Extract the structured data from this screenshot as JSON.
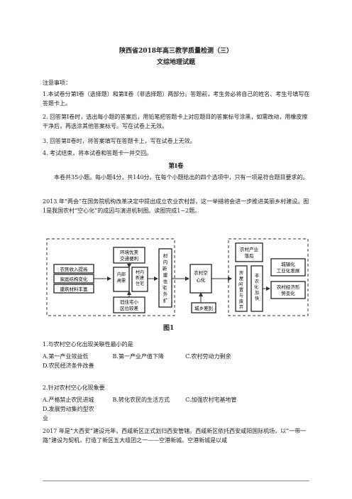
{
  "header": {
    "title": "陕西省2018年高三教学质量检测（三）",
    "subtitle": "文综地理试题"
  },
  "notice": {
    "heading": "注意事项：",
    "items": [
      "1.本试卷分第Ⅰ卷（选择题）和第Ⅱ卷（非选择题）两部分。答题前，考生务必将自己的姓名、考生号填写在答题卡上。",
      "2. 回答第Ⅰ卷时，选出每小题的答案后，用铅笔把答题卡上对应题目的答案标号涂黑，如需改动，用橡皮擦干净后，再选涂其他答案标号。写在试卷上无效。",
      "3. 回答第Ⅱ卷时，将答案填写在答题卡上，写在试卷上无效。",
      "4. 考试结束，将本试卷和答题卡一并交回。"
    ]
  },
  "section": {
    "heading": "第Ⅰ卷",
    "intro": "本卷共35小题。每小题4分，共140分。在每个小题给出的四个选项中，只有一项是符合题目要求的。",
    "context": "2013 年“两会”在国务院机构改革决定中提出成立农业农村部，这一举措将会进一步推进美丽乡村建设。图1是我国农村“空心化”的成因与演进机制图。读图完成1~2题。"
  },
  "figure": {
    "caption": "图1",
    "left_boxes": [
      "农民收入提高",
      "家庭结构变化",
      "建筑材料丰富"
    ],
    "top_box": "环境优美\n交通便利",
    "mid_boxes": [
      "内部高需",
      "村内新建住宅"
    ],
    "bottom_box": "旧住宅小\n区位较差",
    "vertical_box": "村内新建住宅向外围扩展",
    "center_box": "农村空心化",
    "urban_box": "城乡差别",
    "top_right_box": "农村产业\n落后",
    "right_v_boxes": [
      "房屋闲置与废弃",
      "非农化加快"
    ],
    "far_right_boxes": [
      "城镇化\n工业化发展",
      "农村经济形势变化"
    ]
  },
  "questions": [
    {
      "stem": "1.与农村空心化出现关联性最小的是",
      "options": [
        "A.第一产业效益低",
        "B.第一产业产值下降",
        "C.农村劳动力剩余",
        "D.农民经济条件改善"
      ]
    },
    {
      "stem": "2.针对农村空心化现象要",
      "options": [
        "A.严格禁止农民进城",
        "B.转化农民的生活方式",
        "C.加强农村宅基地管",
        "D.发展劳动集约型农业"
      ]
    }
  ],
  "passage2": "2017 年是“大西安”建设元年，西咸新区正式划归西安管辖。西咸新区依托西安咸阳国际机场，以“一带一路”建设为契机，打造了新区五大组团之一——空港新城。空港新城是以咸"
}
